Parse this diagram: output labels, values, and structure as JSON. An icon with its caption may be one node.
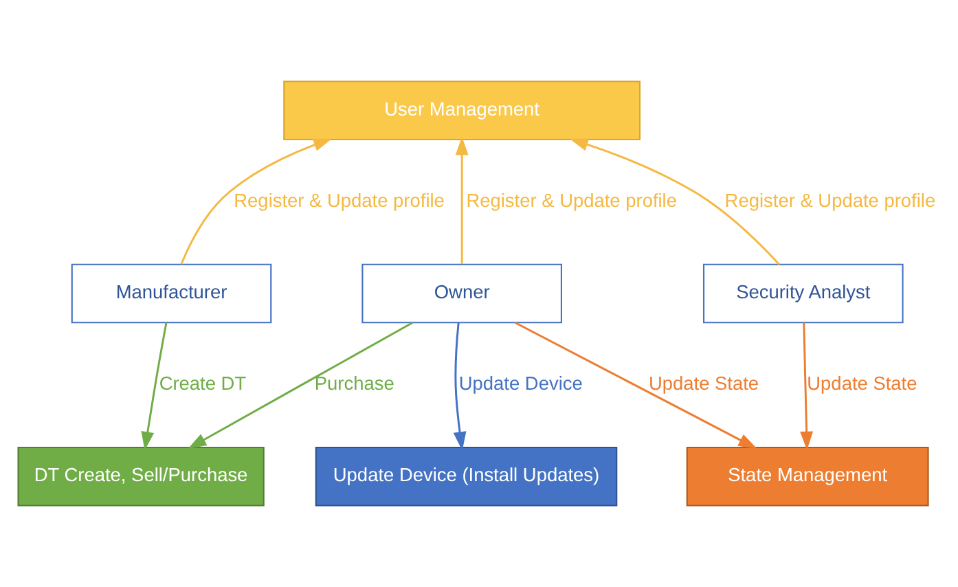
{
  "diagram": {
    "nodes": [
      {
        "text": [
          "User Management"
        ]
      },
      {
        "text": [
          "Manufacturer"
        ]
      },
      {
        "text": [
          "Owner"
        ]
      },
      {
        "text": [
          "Security Analyst"
        ]
      },
      {
        "text": [
          "DT Create, Sell/Purchase"
        ]
      },
      {
        "text": [
          "Update Device (Install Updates)"
        ]
      },
      {
        "text": [
          "State Management"
        ]
      }
    ],
    "edges": [
      {
        "from": 1,
        "to": 0,
        "arrow": "to",
        "label": "Register & Update profile",
        "color": "#f4b942"
      },
      {
        "from": 2,
        "to": 0,
        "arrow": "to",
        "label": "Register & Update profile",
        "color": "#f4b942"
      },
      {
        "from": 3,
        "to": 0,
        "arrow": "to",
        "label": "Register & Update profile",
        "color": "#f4b942"
      },
      {
        "from": 1,
        "to": 4,
        "arrow": "to",
        "label": "Create DT",
        "color": "#70ad47"
      },
      {
        "from": 2,
        "to": 4,
        "arrow": "to",
        "label": "Purchase",
        "color": "#70ad47"
      },
      {
        "from": 2,
        "to": 5,
        "arrow": "to",
        "label": "Update Device",
        "color": "#4472c4"
      },
      {
        "from": 2,
        "to": 6,
        "arrow": "to",
        "label": "Update State",
        "color": "#ed7d31"
      },
      {
        "from": 3,
        "to": 6,
        "arrow": "to",
        "label": "Update State",
        "color": "#ed7d31"
      }
    ]
  }
}
